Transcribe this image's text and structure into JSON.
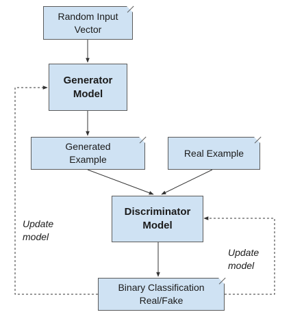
{
  "diagram": {
    "colors": {
      "box_fill": "#cfe2f3",
      "border": "#5a5a5a",
      "arrow": "#333333"
    },
    "nodes": {
      "random_input": {
        "lines": [
          "Random Input",
          "Vector"
        ]
      },
      "generator": {
        "lines": [
          "Generator",
          "Model"
        ]
      },
      "generated_example": {
        "lines": [
          "Generated",
          "Example"
        ]
      },
      "real_example": {
        "lines": [
          "Real Example"
        ]
      },
      "discriminator": {
        "lines": [
          "Discriminator",
          "Model"
        ]
      },
      "binary_classification": {
        "lines": [
          "Binary Classification",
          "Real/Fake"
        ]
      }
    },
    "labels": {
      "update_left": {
        "lines": [
          "Update",
          "model"
        ]
      },
      "update_right": {
        "lines": [
          "Update",
          "model"
        ]
      }
    }
  }
}
